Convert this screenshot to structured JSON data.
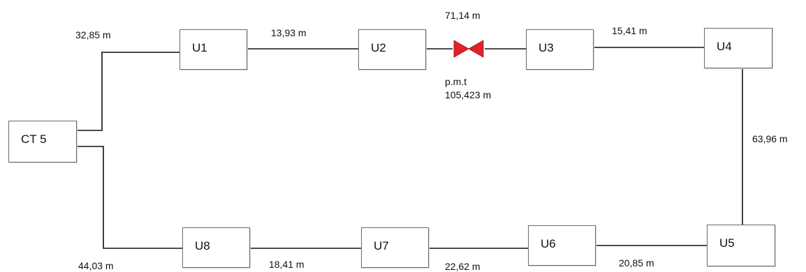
{
  "units": {
    "ct5": "CT 5",
    "u1": "U1",
    "u2": "U2",
    "u3": "U3",
    "u4": "U4",
    "u5": "U5",
    "u6": "U6",
    "u7": "U7",
    "u8": "U8"
  },
  "lengths": {
    "ct5_u1": "32,85 m",
    "u1_u2": "13,93 m",
    "u2_u3": "71,14 m",
    "u3_u4": "15,41 m",
    "u4_u5": "63,96 m",
    "u5_u6": "20,85 m",
    "u6_u7": "22,62 m",
    "u7_u8": "18,41 m",
    "u8_ct5": "44,03 m"
  },
  "valve": {
    "label": "p.m.t",
    "distance": "105,423 m",
    "color": "#e0222b"
  },
  "colors": {
    "wire": "#111111",
    "box_border": "#6a6a6a"
  }
}
